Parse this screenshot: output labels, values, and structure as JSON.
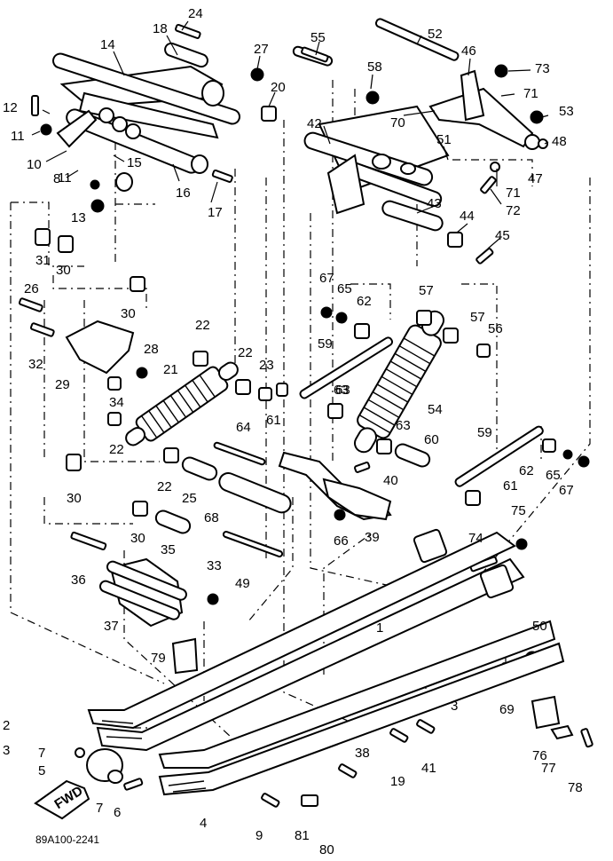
{
  "diagram": {
    "caption": "89A100-2241",
    "front_arrow_label": "FWD",
    "callouts": [
      "1",
      "2",
      "3",
      "3",
      "4",
      "5",
      "6",
      "7",
      "7",
      "8",
      "9",
      "10",
      "11",
      "11",
      "12",
      "13",
      "14",
      "15",
      "16",
      "17",
      "18",
      "19",
      "20",
      "21",
      "22",
      "22",
      "22",
      "22",
      "23",
      "24",
      "25",
      "26",
      "27",
      "28",
      "29",
      "30",
      "30",
      "30",
      "30",
      "31",
      "32",
      "33",
      "34",
      "35",
      "36",
      "37",
      "38",
      "39",
      "40",
      "41",
      "42",
      "43",
      "44",
      "45",
      "46",
      "47",
      "48",
      "49",
      "50",
      "51",
      "52",
      "53",
      "54",
      "55",
      "56",
      "57",
      "57",
      "58",
      "59",
      "59",
      "60",
      "61",
      "61",
      "62",
      "62",
      "63",
      "63",
      "63",
      "64",
      "65",
      "65",
      "66",
      "67",
      "67",
      "68",
      "69",
      "70",
      "71",
      "71",
      "72",
      "73",
      "74",
      "75",
      "76",
      "77",
      "78",
      "79",
      "80",
      "81"
    ]
  }
}
